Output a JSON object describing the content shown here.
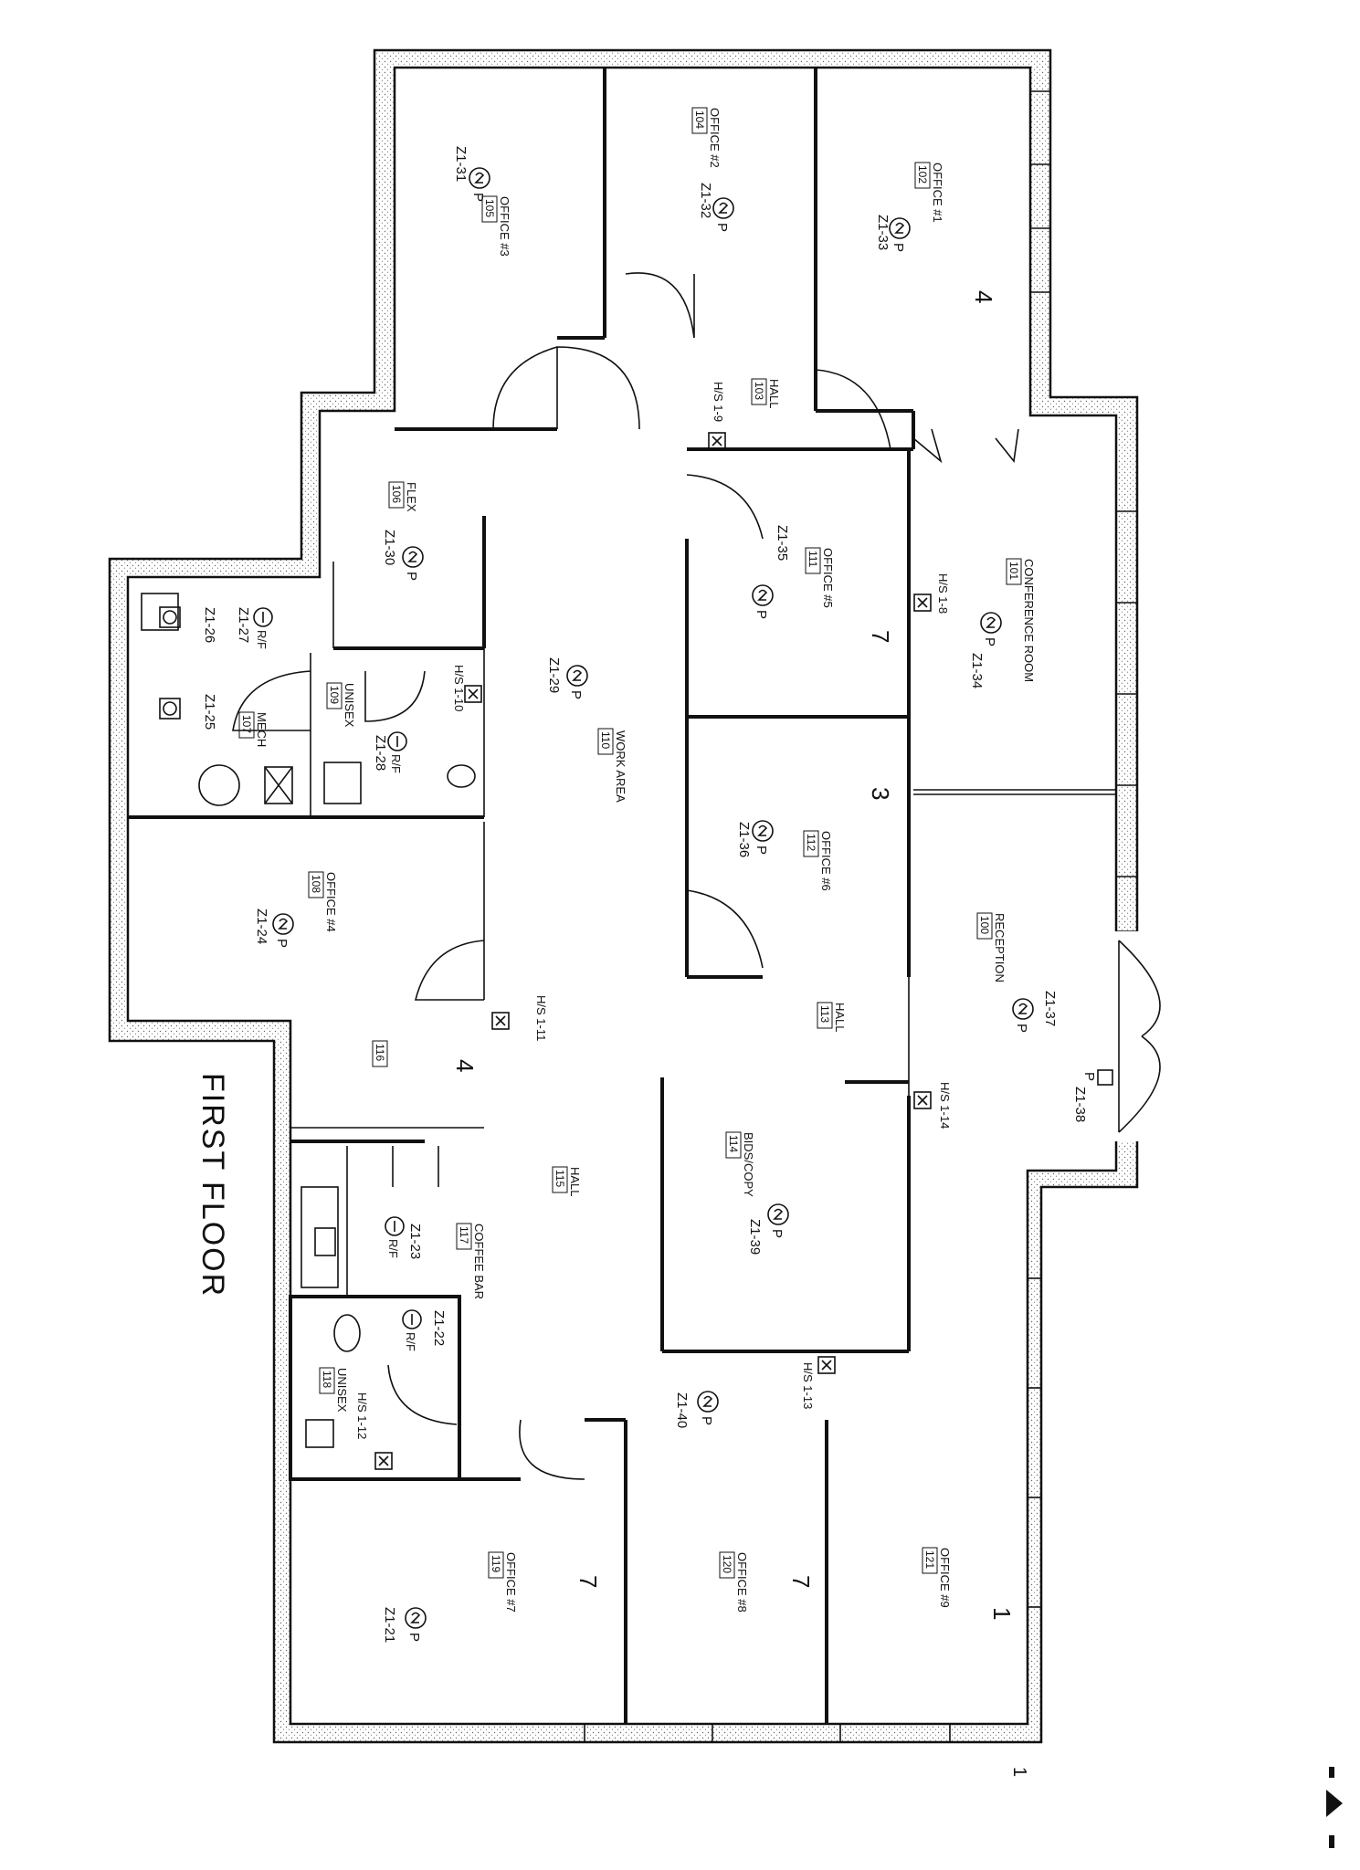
{
  "title": "FIRST FLOOR",
  "rooms": [
    {
      "id": "reception",
      "name": "RECEPTION",
      "number": "100",
      "zone": "Z1-37"
    },
    {
      "id": "conference",
      "name": "CONFERENCE ROOM",
      "number": "101",
      "zone": "Z1-34"
    },
    {
      "id": "office1",
      "name": "OFFICE #1",
      "number": "102",
      "zone": "Z1-33"
    },
    {
      "id": "hall103",
      "name": "HALL",
      "number": "103",
      "zone": ""
    },
    {
      "id": "office2",
      "name": "OFFICE #2",
      "number": "104",
      "zone": "Z1-32"
    },
    {
      "id": "office3",
      "name": "OFFICE #3",
      "number": "105",
      "zone": "Z1-31"
    },
    {
      "id": "flex",
      "name": "FLEX",
      "number": "106",
      "zone": "Z1-30"
    },
    {
      "id": "mech",
      "name": "MECH",
      "number": "107",
      "zone": "Z1-25"
    },
    {
      "id": "office4",
      "name": "OFFICE #4",
      "number": "108",
      "zone": "Z1-24"
    },
    {
      "id": "unisex109",
      "name": "UNISEX",
      "number": "109",
      "zone": "Z1-28"
    },
    {
      "id": "workarea",
      "name": "WORK AREA",
      "number": "110",
      "zone": "Z1-29"
    },
    {
      "id": "office5",
      "name": "OFFICE #5",
      "number": "111",
      "zone": "Z1-35"
    },
    {
      "id": "office6",
      "name": "OFFICE #6",
      "number": "112",
      "zone": "Z1-36"
    },
    {
      "id": "hall113",
      "name": "HALL",
      "number": "113",
      "zone": ""
    },
    {
      "id": "bids",
      "name": "BIDS/COPY",
      "number": "114",
      "zone": "Z1-39"
    },
    {
      "id": "hall115",
      "name": "HALL",
      "number": "115",
      "zone": ""
    },
    {
      "id": "room116",
      "name": "",
      "number": "116",
      "zone": ""
    },
    {
      "id": "coffee",
      "name": "COFFEE BAR",
      "number": "117",
      "zone": "Z1-23"
    },
    {
      "id": "unisex118",
      "name": "UNISEX",
      "number": "118",
      "zone": "Z1-22"
    },
    {
      "id": "office7",
      "name": "OFFICE #7",
      "number": "119",
      "zone": "Z1-21"
    },
    {
      "id": "office8",
      "name": "OFFICE #8",
      "number": "120",
      "zone": ""
    },
    {
      "id": "office9",
      "name": "OFFICE #9",
      "number": "121",
      "zone": ""
    }
  ],
  "extra_zones": {
    "mech_second": "Z1-26",
    "mech_rf": "Z1-27",
    "hall_open": "Z1-40",
    "reception_p": "Z1-38"
  },
  "symbols": {
    "p": "P",
    "rf": "R/F"
  },
  "sensors": {
    "s1": "H/S 1-8",
    "s2": "H/S 1-9",
    "s3": "H/S 1-10",
    "s4": "H/S 1-11",
    "s5": "H/S 1-12",
    "s6": "H/S 1-13",
    "s7": "H/S 1-14"
  },
  "marks": {
    "m1": "4",
    "m2": "7",
    "m3": "3",
    "m4": "1",
    "m5": "4",
    "m6": "7",
    "m7": "7",
    "m8": "1"
  },
  "icons": [
    "thermostat-p-icon",
    "thermostat-rf-icon",
    "sensor-box-icon",
    "p-sensor-icon"
  ]
}
